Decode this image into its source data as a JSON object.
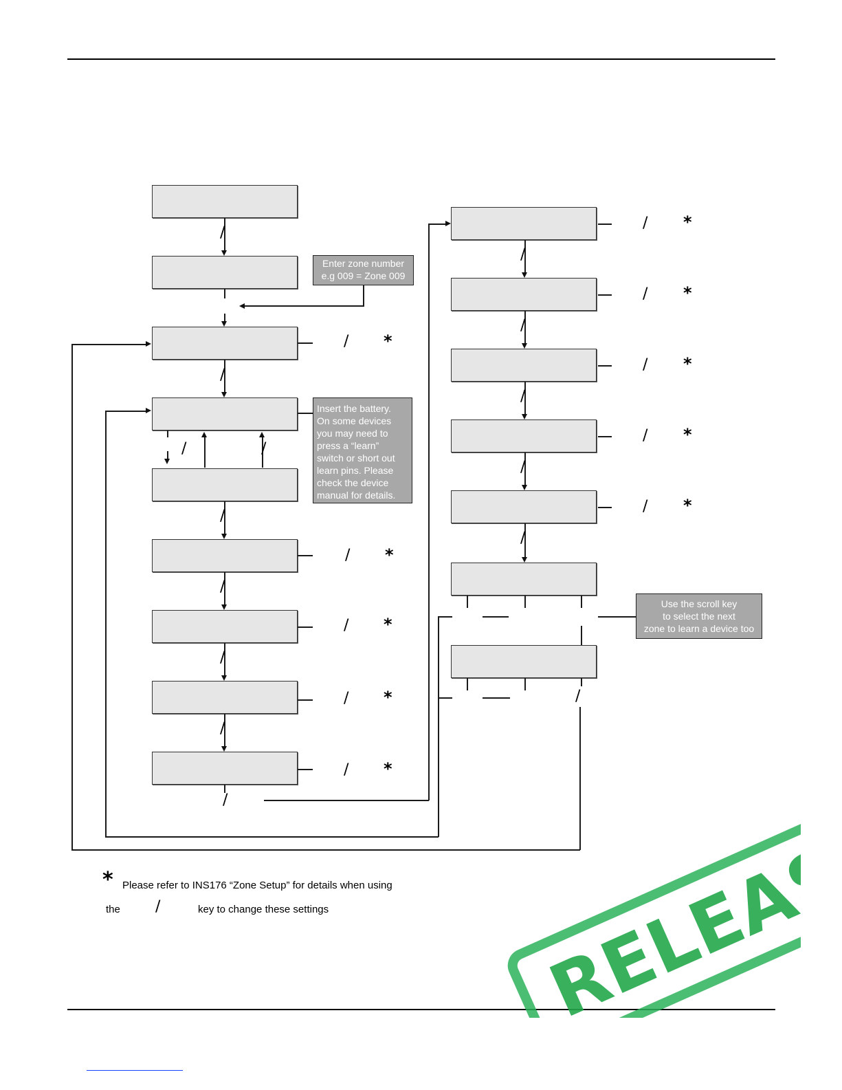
{
  "notes": {
    "zone_entry": [
      "Enter zone number",
      "e.g 009 = Zone 009"
    ],
    "battery": [
      "Insert the battery.",
      "On some devices",
      "you may need to",
      "press a “learn”",
      "switch or short out",
      "learn pins. Please",
      "check the device",
      "manual for details."
    ],
    "scroll": [
      "Use the scroll key",
      "to select the next",
      "zone to learn a device too"
    ]
  },
  "symbols": {
    "slash": "/",
    "star": "*"
  },
  "footnote": {
    "star": "*",
    "line1": "Please refer to INS176 “Zone Setup” for details when using",
    "line2_before": "the",
    "line2_slash": "/",
    "line2_after": "key to change these settings"
  },
  "stamp": {
    "text": "RELEASE",
    "color": "#2db35a"
  },
  "colors": {
    "box_fill": "#e6e6e6",
    "note_fill": "#a8a8a8",
    "stamp_green": "#2db35a"
  }
}
